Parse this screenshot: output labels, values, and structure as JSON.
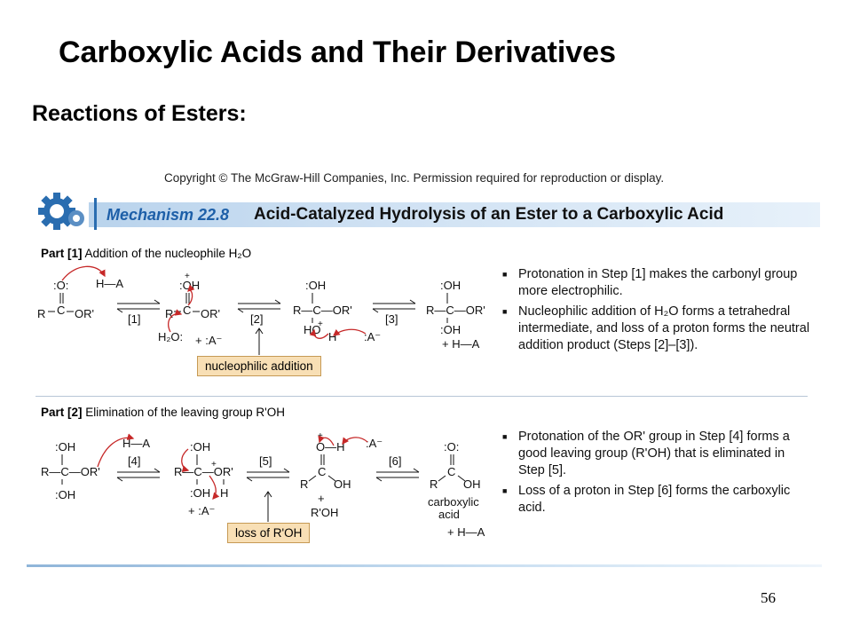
{
  "slide": {
    "title": "Carboxylic Acids and Their Derivatives",
    "subtitle": "Reactions of Esters:",
    "page_number": "56"
  },
  "figure": {
    "copyright": "Copyright © The McGraw-Hill Companies, Inc. Permission required for reproduction or display.",
    "mechanism_number": "Mechanism 22.8",
    "mechanism_title": "Acid-Catalyzed Hydrolysis of an Ester to a Carboxylic Acid",
    "part1": {
      "label": "Part [1]",
      "text": "Addition of the nucleophile H₂O",
      "box_label": "nucleophilic addition",
      "steps": [
        "[1]",
        "[2]",
        "[3]"
      ],
      "bullets": [
        "Protonation in Step [1] makes the carbonyl group more electrophilic.",
        "Nucleophilic addition of H₂O forms a tetrahedral intermediate, and loss of a proton forms the neutral addition product (Steps [2]–[3])."
      ]
    },
    "part2": {
      "label": "Part [2]",
      "text": "Elimination of the leaving group R'OH",
      "box_label": "loss of R'OH",
      "steps": [
        "[4]",
        "[5]",
        "[6]"
      ],
      "product_label_1": "carboxylic",
      "product_label_2": "acid",
      "bullets": [
        "Protonation of the OR' group in Step [4] forms a good leaving group (R'OH) that is eliminated in Step [5].",
        "Loss of a proton in Step [6] forms the carboxylic acid."
      ]
    },
    "colors": {
      "accent_blue": "#1d5fa8",
      "label_box": "#f8dfb5",
      "arrow_red": "#c62828"
    }
  }
}
